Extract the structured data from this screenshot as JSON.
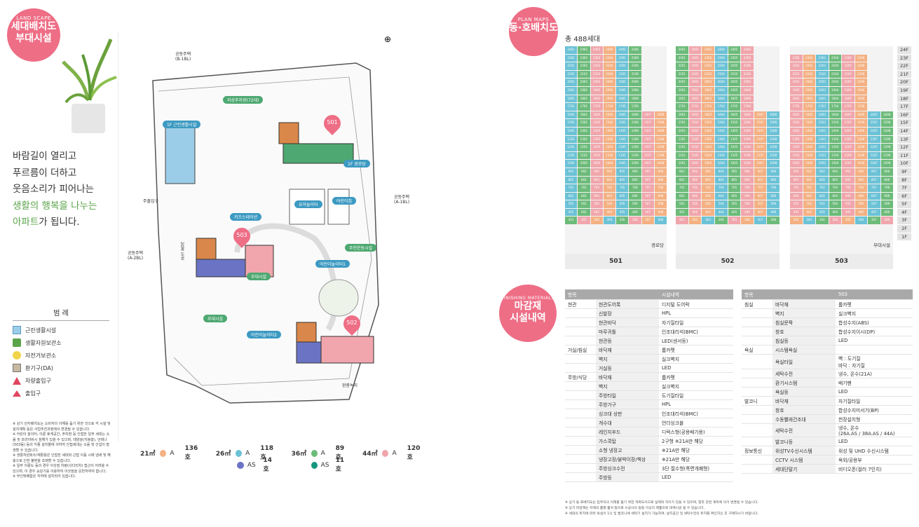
{
  "badges": {
    "site": {
      "en": "LAND SCAPE",
      "line1": "세대배치도",
      "line2": "부대시설"
    },
    "plan": {
      "en": "PLAN MAPS",
      "line1": "동·호배치도"
    },
    "finish": {
      "en": "FINISHING MATERIALS",
      "line1": "마감재",
      "line2": "시설내역"
    }
  },
  "intro": {
    "l1": "바람길이 열리고",
    "l2": "푸르름이 더하고",
    "l3": "웃음소리가 피어나는",
    "l4a": "생활의 행복을 나누는",
    "l5a": "아파트",
    "l5b": "가 됩니다."
  },
  "legend": {
    "title": "범 례",
    "items": [
      {
        "label": "근린생활시설",
        "color": "#9ccde8"
      },
      {
        "label": "생활자원보관소",
        "color": "#5aa34a"
      },
      {
        "label": "자전거보관소",
        "color": "#f2d44a"
      },
      {
        "label": "환기구(DA)",
        "color": "#c7b8a0"
      },
      {
        "label": "차량출입구",
        "color": "#e0455f"
      },
      {
        "label": "출입구",
        "color": "#e0455f"
      }
    ]
  },
  "notes": [
    "※ 상기 단지배치도는 소비자의 이해를 돕기 위한 것으로 각 시설 및 설치계획 등은 사업추진과정에서 변경될 수 있습니다.",
    "※ 어린이 놀이터, 이륜 휴게공간, 주차장 등 인접한 일부 세대는 소음 및 프라이버시 침해가 있을 수 있으며, 태양광(지붕층), 안테나(503동) 등의 각종 설치물에 의하여 인접세대는 소음 및 간섭이 발생할 수 있습니다.",
    "※ 생활자원회수/재활용은 인접한 세대와 근접 이동 시에 냄새 및 해충으로 인한 불편을 초래할 수 있습니다.",
    "※ 일부 이륜도 동의 경우 이삿짐 차량(사다리차) 접근이 어려울 수 있으며, 이 경우 승강기를 이용하여 이삿짐을 운반하여야 합니다.",
    "※ 무인택배함은 지하에 설치되어 있습니다."
  ],
  "site_labels": {
    "top_road": "공동주택",
    "top_road2": "(B-1BL)",
    "right_road": "공동주택",
    "right_road2": "(A-1BL)",
    "left_road": "공동주택",
    "left_road2": "(A-2BL)",
    "entrance": "주출입구",
    "road20": "20M 도로",
    "parking": "지상주차장(72대)",
    "shop": "1F 근린생활시설",
    "hall": "1F 경로당",
    "kids": "키즈스테이션",
    "nursery": "유아놀이터",
    "daycare": "어린이집",
    "garden": "주민운동시설",
    "playground": "어린이놀이터1",
    "facility": "부대시설",
    "green": "부대시설",
    "playground2": "어린이놀이터2",
    "b501": "501",
    "b502": "502",
    "b503": "503",
    "bottom_road": "완충녹지"
  },
  "types": [
    {
      "area": "21㎡",
      "rows": [
        {
          "t": "A",
          "c": "#f4b183",
          "n": "136호"
        }
      ]
    },
    {
      "area": "26㎡",
      "rows": [
        {
          "t": "A",
          "c": "#6cc2d6",
          "n": "118호"
        },
        {
          "t": "AS",
          "c": "#6b74c4",
          "n": "14호"
        }
      ]
    },
    {
      "area": "36㎡",
      "rows": [
        {
          "t": "A",
          "c": "#6dbb7a",
          "n": "89호"
        },
        {
          "t": "AS",
          "c": "#15977e",
          "n": "11호"
        }
      ]
    },
    {
      "area": "44㎡",
      "rows": [
        {
          "t": "A",
          "c": "#f0a6ac",
          "n": "120호"
        }
      ]
    }
  ],
  "total": "총 488세대",
  "buildings": [
    {
      "name": "501",
      "extra": "경로당"
    },
    {
      "name": "502",
      "extra": ""
    },
    {
      "name": "503",
      "extra": "부대시설"
    }
  ],
  "floors": [
    "24F",
    "23F",
    "22F",
    "21F",
    "20F",
    "19F",
    "18F",
    "17F",
    "16F",
    "15F",
    "14F",
    "13F",
    "12F",
    "11F",
    "10F",
    "9F",
    "8F",
    "7F",
    "6F",
    "5F",
    "4F",
    "3F",
    "2F",
    "1F"
  ],
  "finishing_left": {
    "headers": [
      "항목",
      "",
      "시설내역"
    ],
    "rows": [
      [
        "현관",
        "현관도어록",
        "디지털 도어락"
      ],
      [
        "",
        "신발장",
        "HPL"
      ],
      [
        "",
        "현관바닥",
        "자기질타일"
      ],
      [
        "",
        "마루귀틀",
        "인조대리석(BMC)"
      ],
      [
        "",
        "현관등",
        "LED(센서등)"
      ],
      [
        "거실/침실",
        "바닥재",
        "륨카펫"
      ],
      [
        "",
        "벽지",
        "실크벽지"
      ],
      [
        "",
        "거실등",
        "LED"
      ],
      [
        "주방/식당",
        "바닥재",
        "륨카펫"
      ],
      [
        "",
        "벽지",
        "실크벽지"
      ],
      [
        "",
        "주방타일",
        "도기질타일"
      ],
      [
        "",
        "주방가구",
        "HPL"
      ],
      [
        "",
        "싱크대 상판",
        "인조대리석(BMC)"
      ],
      [
        "",
        "개수대",
        "언더싱크볼"
      ],
      [
        "",
        "레인지후드",
        "디럭스형(공용배기용)"
      ],
      [
        "",
        "가스쿡탑",
        "2구형 ※21A만 해당"
      ],
      [
        "",
        "소형 냉장고",
        "※21A만 해당"
      ],
      [
        "",
        "냉장고장/붙박이장/책상",
        "※21A만 해당"
      ],
      [
        "",
        "주방싱크수전",
        "3단 절수형(폭면개폐형)"
      ],
      [
        "",
        "주방등",
        "LED"
      ]
    ]
  },
  "finishing_right": {
    "headers": [
      "항목",
      "",
      "503"
    ],
    "rows": [
      [
        "침실",
        "바닥재",
        "륨카펫"
      ],
      [
        "",
        "벽지",
        "실크벽지"
      ],
      [
        "",
        "침실문짝",
        "합성수지(ABS)"
      ],
      [
        "",
        "창호",
        "합성수지이시(DP)"
      ],
      [
        "",
        "침실등",
        "LED"
      ],
      [
        "욕실",
        "시스템욕실",
        ""
      ],
      [
        "",
        "욕실타일",
        "벽 : 도기질\n바닥 : 자기질"
      ],
      [
        "",
        "세탁수전",
        "냉수, 온수(21A)"
      ],
      [
        "",
        "환기시스템",
        "배기팬"
      ],
      [
        "",
        "욕실등",
        "LED"
      ],
      [
        "발코니",
        "바닥재",
        "자기질타일"
      ],
      [
        "",
        "창호",
        "합성수지미서기(BP)"
      ],
      [
        "",
        "수동빨래건조대",
        "천장설치형"
      ],
      [
        "",
        "세탁수전",
        "냉수, 온수\n(26A.AS / 38A.AS / 44A)"
      ],
      [
        "",
        "발코니등",
        "LED"
      ],
      [
        "정보통신",
        "위성TV수신시스템",
        "위성 및 UHD 수신시스템"
      ],
      [
        "",
        "CCTV 시스템",
        "옥외/공용부"
      ],
      [
        "",
        "세대단말기",
        "비디오폰(컬러 7인치)"
      ]
    ]
  },
  "footnotes": [
    "※ 상기 동·호배치도는 입주자의 이해를 돕기 위한 개략도이므로 실제와 차이가 있을 수 있으며, 향후 관련 계획에 의거 변경될 수 있습니다.",
    "※ 상기 마감재는 자재의 품절·품귀 등으로 시공사의 동등 이상의 제품으로 대체시공 될 수 있습니다.",
    "※ 세대의 위치에 따라 욕실이 1식 및 발코니에 세탁기 설치가 가능하며, 설치공간 및 세탁수전의 위치를 확인하신 후 구매하시기 바랍니다."
  ]
}
